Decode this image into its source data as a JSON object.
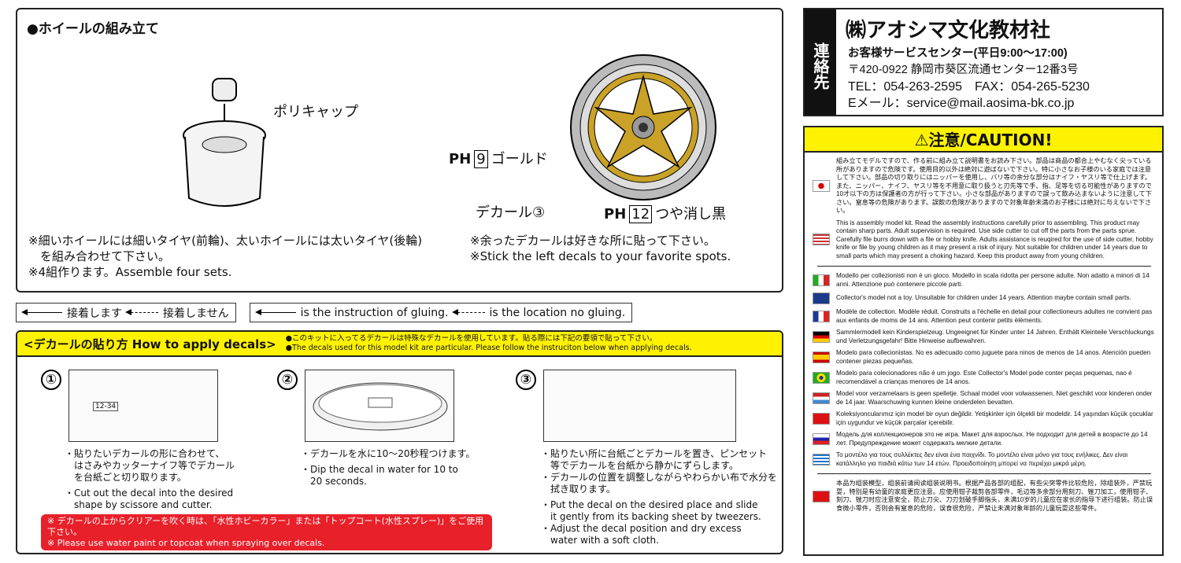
{
  "wheel": {
    "title": "●ホイールの組み立て",
    "polycap": "ポリキャップ",
    "gold": "ゴールド",
    "gold_code": "9",
    "decal": "デカール③",
    "matt": "つや消し黒",
    "matt_code": "12",
    "ph": "PH",
    "note_left": [
      "※細いホイールには細いタイヤ(前輪)、太いホイールには太いタイヤ(後輪)",
      "　を組み合わせて下さい。",
      "※4組作ります。Assemble four sets."
    ],
    "note_right": [
      "※余ったデカールは好きな所に貼って下さい。",
      "※Stick the left decals to your favorite spots."
    ]
  },
  "legend": {
    "glue_jp": "接着します",
    "noglue_jp": "接着しません",
    "glue_en": "is the instruction of gluing.",
    "noglue_en": "is the location no gluing."
  },
  "decals": {
    "title": "<デカールの貼り方 How to apply decals>",
    "info_jp": "●このキットに入ってるデカールは特殊なデカールを使用しています。貼る際には下記の要領で貼って下さい。",
    "info_en": "●The decals used for this model kit are particular. Please follow the instruciton below when applying decals.",
    "steps": [
      {
        "num": "①",
        "jp": [
          "・貼りたいデカールの形に合わせて、",
          "　はさみやカッターナイフ等でデカール",
          "　を台紙ごと切り取ります。"
        ],
        "en": [
          "・Cut out the decal into the desired",
          "　shape by scissore and cutter."
        ]
      },
      {
        "num": "②",
        "jp": [
          "・デカールを水に10〜20秒程つけます。"
        ],
        "en": [
          "・Dip the decal in water for 10 to",
          "　20 seconds."
        ]
      },
      {
        "num": "③",
        "jp": [
          "・貼りたい所に台紙ごとデカールを置き、ピンセット",
          "　等でデカールを台紙から静かにずらします。",
          "・デカールの位置を調整しながらやわらかい布で水分を",
          "　拭き取ります。"
        ],
        "en": [
          "・Put the decal on the desired place and slide",
          "　it gently from its backing sheet by tweezers.",
          "・Adjust the decal position and dry excess",
          "　water with a soft cloth."
        ]
      }
    ],
    "decal_label": "12-34",
    "warn": [
      "※ デカールの上からクリアーを吹く時は、「水性ホビーカラー」または「トップコート(水性スプレー)」をご使用下さい。",
      "※ Please use water paint or topcoat when spraying over decals."
    ]
  },
  "contact": {
    "label": "連絡先",
    "company": "㈱アオシマ文化教材社",
    "center": "お客様サービスセンター(平日9:00〜17:00)",
    "address": "〒420-0922 静岡市葵区流通センター12番3号",
    "tel": "TEL：054-263-2595　FAX：054-265-5230",
    "email": "Eメール：service@mail.aosima-bk.co.jp"
  },
  "caution": {
    "title": "⚠注意/CAUTION!",
    "items": [
      {
        "flag": "jp",
        "text": "組み立てモデルですので、作る前に組み立て説明書をお読み下さい。部品は商品の都合上やむなく尖っている所がありますので危険です。使用目的以外は絶対に遊ばないで下さい。特に小さなお子様のいる家庭では注意して下さい。部品の切り取りにはニッパーを使用し、バリ等の余分な部分はナイフ・ヤスリ等で仕上げます。また、ニッパー、ナイフ、ヤスリ等を不用意に取り扱うと刃先等で手、指、足等を切る可能性がありますので10才以下の方は保護者の方が行って下さい。小さな部品がありますので誤って飲み込まないように注意して下さい。窒息等の危険があります。誤飲の危険がありますので対象年齢未満のお子様には絶対に与えないで下さい。"
      },
      {
        "flag": "us",
        "text": "This is assembly model kit. Read the assembly instructions carefully prior to assembling. This product may contain sharp parts. Adult supervision is required. Use side cutter to cut off the parts from the parts sprue. Carefully file burrs down with a file or hobby knife. Adults assistance is reuqired for the use of side cutter, hobby knife or file by young children as it may present a risk of injury. Not suitable for children under 14 years due to small parts which may present a choking hazard. Keep this product away from young children."
      },
      {
        "flag": "it",
        "text": "Modello per collezionisti non è un gioco. Modello in scala ridotta per persone adulte. Non adatto a minori di 14 anni. Attenzione può contenere piccole parti."
      },
      {
        "flag": "uk",
        "text": "Collector's model not a toy. Unsuitable for children under 14 years. Attention maybe contain small parts."
      },
      {
        "flag": "fr",
        "text": "Modèle de collection. Modèle réduit. Construits a l'échelle en detail pour collectioneurs adultes ne convient pas aux enfants de moms de 14 ans. Attention peut contenir petits èlèments."
      },
      {
        "flag": "de",
        "text": "Sammlermodell kein Kinderspielzeug. Ungeeignet für Kinder unter 14 Jahren. Enthält Kleinteile Verschluckungs und Verletzungsgefahr! Bitte Hinweise aufbewahren."
      },
      {
        "flag": "es",
        "text": "Modelo para collecionistas. No es adecuado como juguete para ninos de menos de 14 anos. Atención pueden contener piezas pequeñas."
      },
      {
        "flag": "br",
        "text": "Modelo para colecionadores não é um jogo. Este Collector's Model pode conter peças pequenas, nao é recomendável a crianças menores de 14 anos."
      },
      {
        "flag": "nl",
        "text": "Model voor verzamelaars is geen spelletje. Schaal model voor volwassenen. Niet geschikt voor kinderen onder de 14 jaar. Waarschuwing kunnen kleine onderdelen bevatten."
      },
      {
        "flag": "tr",
        "text": "Koleksiyoncularımız için model bir oyun değildir. Yetişkinler için ölçekli bir modeldir. 14 yaşından küçük çocuklar için uygundur ve küçük parçalar içerebilir."
      },
      {
        "flag": "ru",
        "text": "Модель для коллекционеров это не игра. Макет для взрослых. Не подходит для детей в возрасте до 14 лет. Предупреждение может содержать мелкие детали."
      },
      {
        "flag": "gr",
        "text": "Το μοντέλο για τους συλλέκτες δεν είναι ένα παιχνίδι. Το μοντέλο είναι μόνο για τους ενήλικες. Δεν είναι κατάλληλο για παιδιά κάτω των 14 ετών. Προειδοποίηση μπορεί να περιέχει μικρά μέρη."
      },
      {
        "flag": "cn",
        "text": "本品为组装模型，组装前请阅读组装说明书。根据产品各部的组配，有些尖突零件比较危险，除组装外，严禁玩耍，特别是有幼童的家庭更应注意。应使用钳子裁剪各部零件，毛边等多余部分用刻刀、锉刀加工，使用钳子、刻刀、锉刀时应注意安全，防止刀尖、刀刃划破手脚指头，未满10岁的儿童应在家长的指导下进行组装。防止误食微小零件，否则会有窒息的危险，误食很危险，严禁让未满对象年龄的儿童玩耍这些零件。"
      }
    ]
  },
  "colors": {
    "yellow": "#fff200",
    "red": "#e8202a",
    "gold": "#c9a227"
  }
}
